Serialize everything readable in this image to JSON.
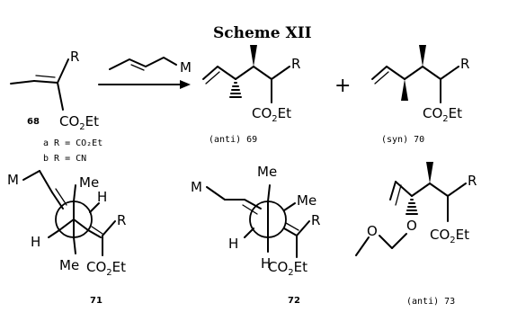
{
  "scheme": {
    "title": "Scheme XII",
    "compounds": {
      "c68": "68",
      "c69": "(anti) 69",
      "c70": "(syn) 70",
      "c71": "71",
      "c72": "72",
      "c73": "(anti) 73"
    },
    "substituents": {
      "a": "a R = CO₂Et",
      "b": "b R = CN"
    },
    "atoms": {
      "R": "R",
      "M": "M",
      "Me": "Me",
      "H": "H",
      "ester_main": "CO",
      "ester_sub": "2",
      "ester_tail": "Et",
      "O": "O",
      "plus": "+"
    }
  }
}
